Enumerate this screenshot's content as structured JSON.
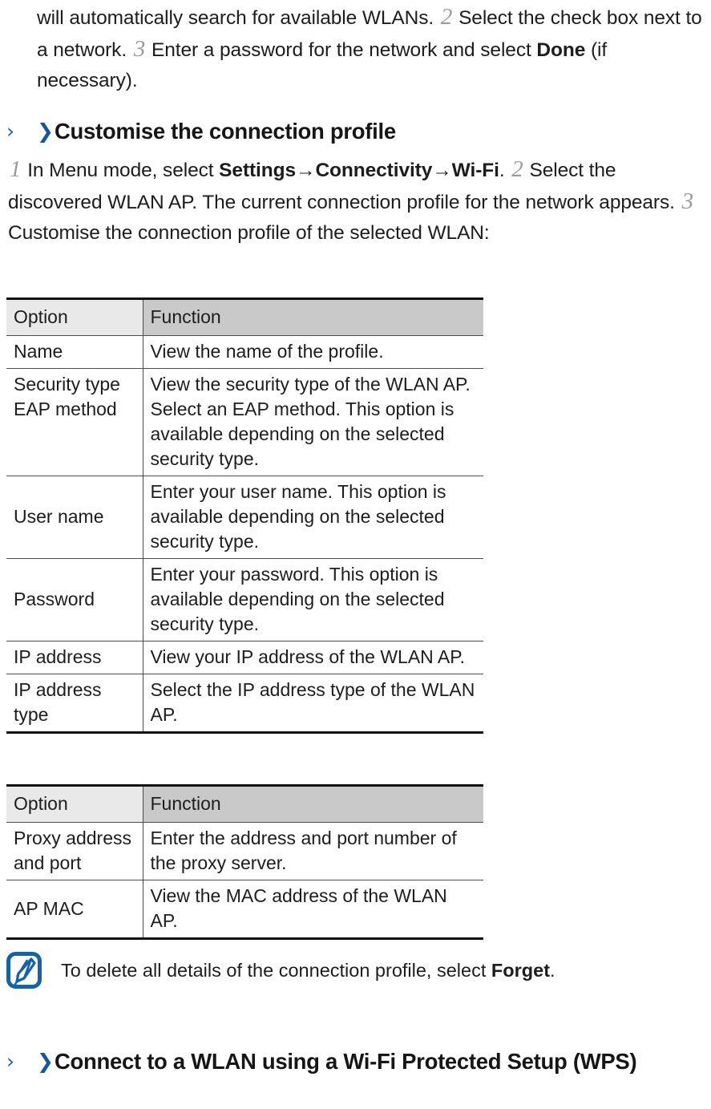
{
  "top_paragraph": {
    "lead": "will automatically search for available WLANs.",
    "step2_num": "2",
    "step2_text": "Select the check box next to a network.",
    "step3_num": "3",
    "step3_text_before": "Enter a password for the network and select",
    "done_label": "Done",
    "step3_text_after": "(if necessary)."
  },
  "heading_customise": {
    "chevron_outer": "›",
    "chevron_inner": "❯",
    "title": "Customise the connection profile"
  },
  "steps": {
    "step1_num": "1",
    "step1_before": "In Menu mode, select",
    "menu_settings": "Settings",
    "arrow": "→",
    "menu_connectivity": "Connectivity",
    "menu_wifi": "Wi-Fi",
    "step1_after": ".",
    "step2_num": "2",
    "step2_text": "Select the discovered WLAN AP. The current connection profile for the network appears.",
    "step3_num": "3",
    "step3_text": "Customise the connection profile of the selected WLAN:"
  },
  "table1": {
    "headers": [
      "Option",
      "Function"
    ],
    "rows": [
      {
        "option": "Name",
        "function": "View the name of the profile."
      },
      {
        "option": "Security type EAP method",
        "function": "View the security type of the WLAN AP. Select an EAP method. This option is available depending on the selected security type."
      },
      {
        "option": "User name",
        "function": "Enter your user name. This option is available depending on the selected security type."
      },
      {
        "option": "Password",
        "function": "Enter your password. This option is available depending on the selected security type."
      },
      {
        "option": "IP address",
        "function": "View your IP address of the WLAN AP."
      },
      {
        "option": "IP address type",
        "function": "Select the IP address type of the WLAN AP."
      }
    ]
  },
  "table2": {
    "headers": [
      "Option",
      "Function"
    ],
    "rows": [
      {
        "option": "Proxy address and port",
        "function": "Enter the address and port number of the proxy server."
      },
      {
        "option": "AP MAC",
        "function": "View the MAC address of the WLAN AP."
      }
    ]
  },
  "note": {
    "icon": "note-pen-icon",
    "text_before": "To delete all details of the connection profile, select",
    "bold_term": "Forget",
    "text_after": "."
  },
  "heading_wps": {
    "chevron_outer": "›",
    "chevron_inner": "❯",
    "title": "Connect to a WLAN using a Wi-Fi Protected Setup (WPS)"
  },
  "colors": {
    "chevron_blue": "#1058a0",
    "note_icon_blue": "#1463a8",
    "header_left_bg": "#e9e9e9",
    "header_right_bg": "#c9c9c9",
    "rule": "#4c4c4c",
    "step_number": "#9a9a9a",
    "text": "#1d1d1d"
  }
}
